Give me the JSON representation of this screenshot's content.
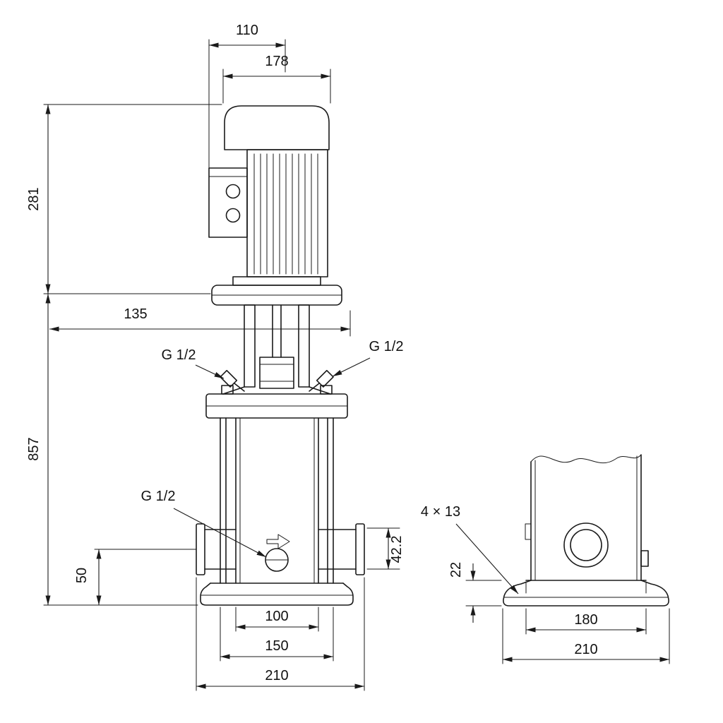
{
  "front_view": {
    "dim_motor_top_width": "110",
    "dim_motor_width": "178",
    "dim_motor_height": "281",
    "dim_head_length": "135",
    "dim_total_height": "857",
    "plug_top_left_label": "G 1/2",
    "plug_top_right_label": "G 1/2",
    "drain_plug_label": "G 1/2",
    "dim_port_height": "50",
    "dim_port_depth": "42.2",
    "dim_width_inner": "100",
    "dim_width_bolts": "150",
    "dim_width_overall": "210"
  },
  "side_view": {
    "callout_bolt_holes": "4 × 13",
    "dim_base_thickness": "22",
    "dim_bolt_spacing": "180",
    "dim_base_width": "210"
  }
}
